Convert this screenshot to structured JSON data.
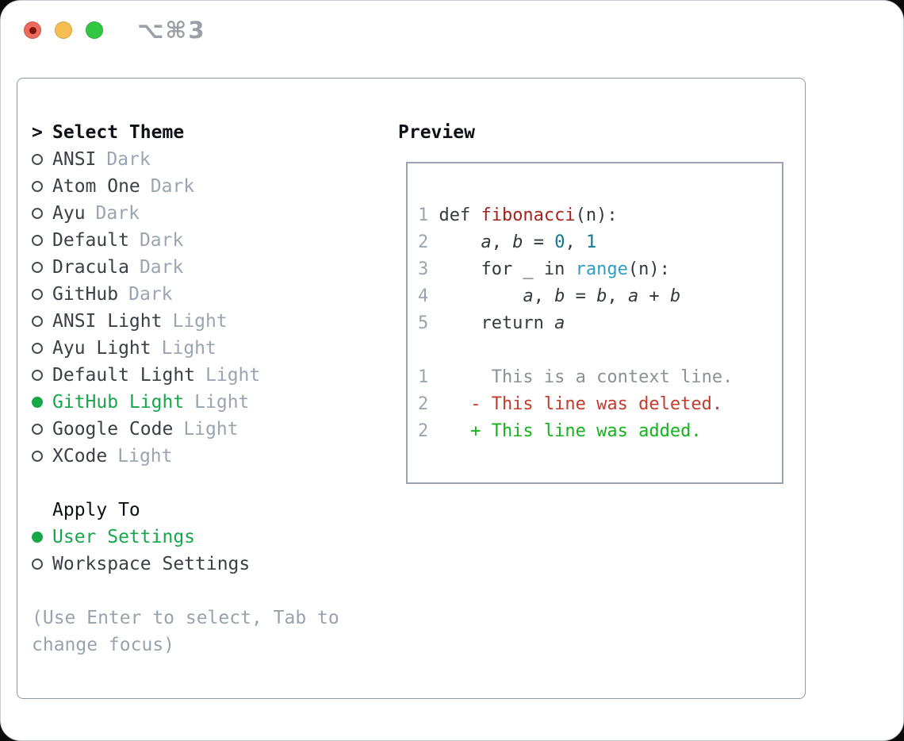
{
  "titlebar": {
    "shortcut": "⌥⌘3"
  },
  "theme_panel": {
    "cursor": ">",
    "header": "Select Theme",
    "themes": [
      {
        "name": "ANSI",
        "tag": "Dark",
        "selected": false
      },
      {
        "name": "Atom One",
        "tag": "Dark",
        "selected": false
      },
      {
        "name": "Ayu",
        "tag": "Dark",
        "selected": false
      },
      {
        "name": "Default",
        "tag": "Dark",
        "selected": false
      },
      {
        "name": "Dracula",
        "tag": "Dark",
        "selected": false
      },
      {
        "name": "GitHub",
        "tag": "Dark",
        "selected": false
      },
      {
        "name": "ANSI Light",
        "tag": "Light",
        "selected": false
      },
      {
        "name": "Ayu Light",
        "tag": "Light",
        "selected": false
      },
      {
        "name": "Default Light",
        "tag": "Light",
        "selected": false
      },
      {
        "name": "GitHub Light",
        "tag": "Light",
        "selected": true
      },
      {
        "name": "Google Code",
        "tag": "Light",
        "selected": false
      },
      {
        "name": "XCode",
        "tag": "Light",
        "selected": false
      }
    ],
    "apply_to": {
      "header": "Apply To",
      "options": [
        {
          "name": "User Settings",
          "selected": true
        },
        {
          "name": "Workspace Settings",
          "selected": false
        }
      ]
    },
    "hint": "(Use Enter to select, Tab to change focus)"
  },
  "preview": {
    "title": "Preview",
    "code_lines": [
      {
        "num": "1",
        "tokens": [
          {
            "t": "def ",
            "c": "p"
          },
          {
            "t": "fibonacci",
            "c": "fn"
          },
          {
            "t": "(n):",
            "c": "p"
          }
        ]
      },
      {
        "num": "2",
        "tokens": [
          {
            "t": "    ",
            "c": "p"
          },
          {
            "t": "a",
            "c": "v"
          },
          {
            "t": ", ",
            "c": "p"
          },
          {
            "t": "b",
            "c": "v"
          },
          {
            "t": " = ",
            "c": "p"
          },
          {
            "t": "0",
            "c": "num"
          },
          {
            "t": ", ",
            "c": "p"
          },
          {
            "t": "1",
            "c": "num"
          }
        ]
      },
      {
        "num": "3",
        "tokens": [
          {
            "t": "    for _ in ",
            "c": "p"
          },
          {
            "t": "range",
            "c": "call"
          },
          {
            "t": "(n):",
            "c": "p"
          }
        ]
      },
      {
        "num": "4",
        "tokens": [
          {
            "t": "        ",
            "c": "p"
          },
          {
            "t": "a",
            "c": "v"
          },
          {
            "t": ", ",
            "c": "p"
          },
          {
            "t": "b",
            "c": "v"
          },
          {
            "t": " = ",
            "c": "p"
          },
          {
            "t": "b",
            "c": "v"
          },
          {
            "t": ", ",
            "c": "p"
          },
          {
            "t": "a",
            "c": "v"
          },
          {
            "t": " + ",
            "c": "p"
          },
          {
            "t": "b",
            "c": "v"
          }
        ]
      },
      {
        "num": "5",
        "tokens": [
          {
            "t": "    return ",
            "c": "p"
          },
          {
            "t": "a",
            "c": "v"
          }
        ]
      }
    ],
    "diff_lines": [
      {
        "num": "1",
        "tokens": [
          {
            "t": "     This is a context line.",
            "c": "ctx"
          }
        ]
      },
      {
        "num": "2",
        "tokens": [
          {
            "t": "   - This line was deleted.",
            "c": "del"
          }
        ]
      },
      {
        "num": "2",
        "tokens": [
          {
            "t": "   + This line was added.",
            "c": "add"
          }
        ]
      }
    ]
  },
  "colors": {
    "selection_green": "#17a74b",
    "diff_added_green": "#14b31c",
    "diff_deleted_red": "#c23b2b",
    "diff_context_gray": "#8b9199",
    "function_red": "#a5231a",
    "number_teal": "#11798a",
    "call_blue": "#2f9dc7",
    "text_dark": "#33393f",
    "tag_gray": "#9aa5b1",
    "panel_border": "#8e99a6",
    "traffic_red": "#ee6a5e",
    "traffic_yellow": "#f6be50",
    "traffic_green": "#32c842"
  }
}
